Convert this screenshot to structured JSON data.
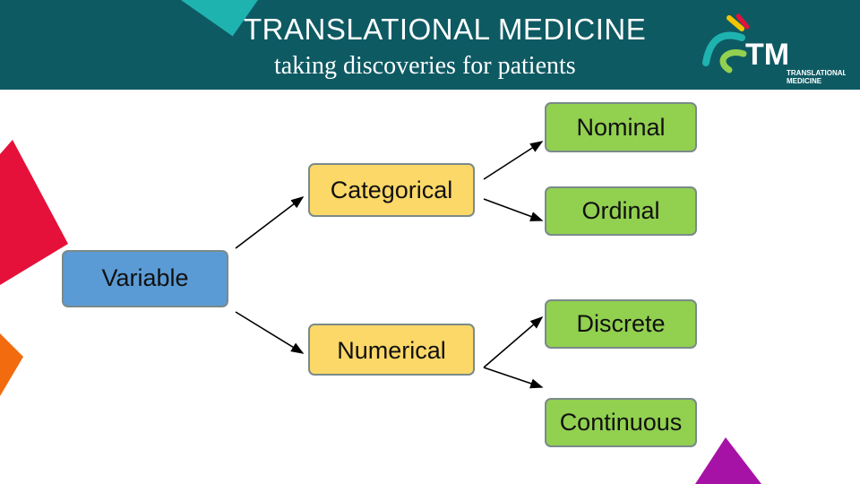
{
  "header": {
    "title": "TRANSLATIONAL MEDICINE",
    "subtitle": "taking discoveries for patients",
    "logo": {
      "mark": "TM",
      "line1": "TRANSLATIONAL",
      "line2": "MEDICINE"
    }
  },
  "colors": {
    "header_bg": "#0e5a63",
    "teal": "#1fb3b0",
    "green_box": "#92d050",
    "yellow_box": "#fcd868",
    "blue_box": "#5b9bd5",
    "red_accent": "#e5113a",
    "orange_accent": "#f26b0f",
    "purple_accent": "#a712a6"
  },
  "diagram": {
    "root": "Variable",
    "level1": [
      "Categorical",
      "Numerical"
    ],
    "level2": {
      "categorical": [
        "Nominal",
        "Ordinal"
      ],
      "numerical": [
        "Discrete",
        "Continuous"
      ]
    }
  }
}
